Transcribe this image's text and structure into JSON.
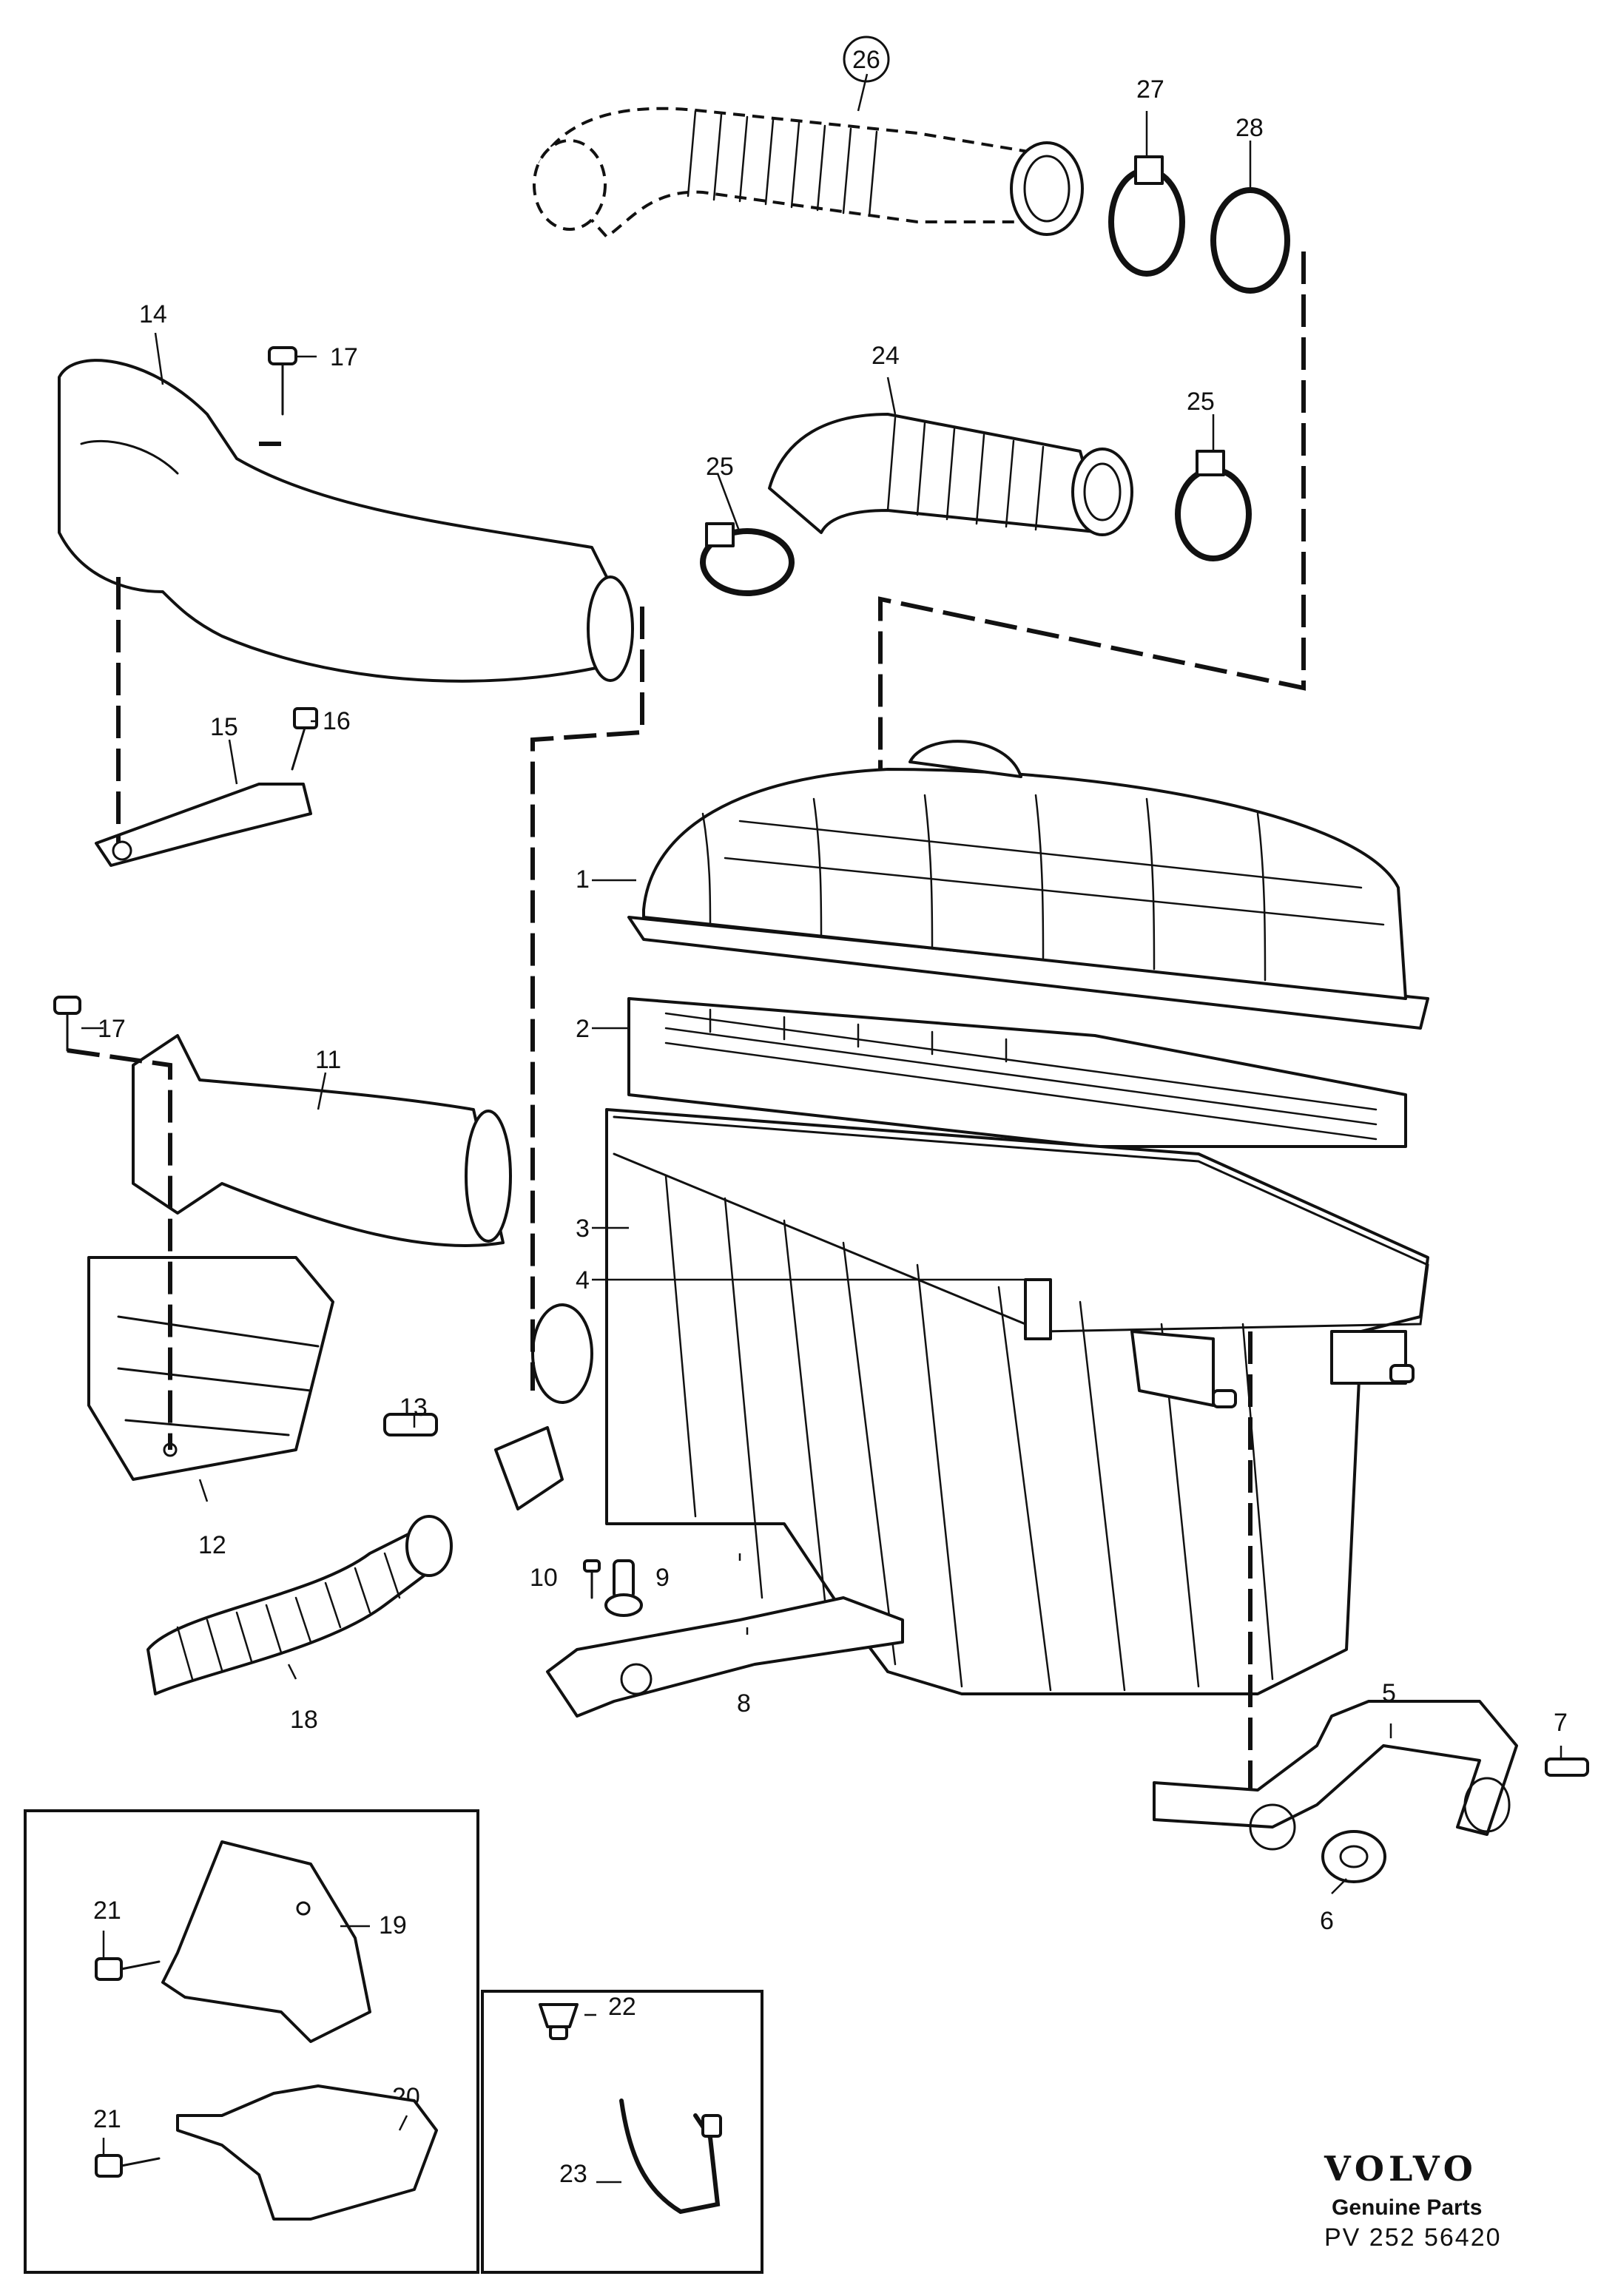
{
  "callouts": [
    "1",
    "2",
    "3",
    "4",
    "5",
    "6",
    "7",
    "8",
    "9",
    "10",
    "11",
    "12",
    "13",
    "14",
    "15",
    "16",
    "17",
    "17",
    "18",
    "19",
    "20",
    "21",
    "21",
    "22",
    "23",
    "24",
    "25",
    "25",
    "26",
    "27",
    "28"
  ],
  "brand": {
    "logo_text": "VOLVO",
    "tagline": "Genuine Parts",
    "reference": "PV 252  56420"
  }
}
